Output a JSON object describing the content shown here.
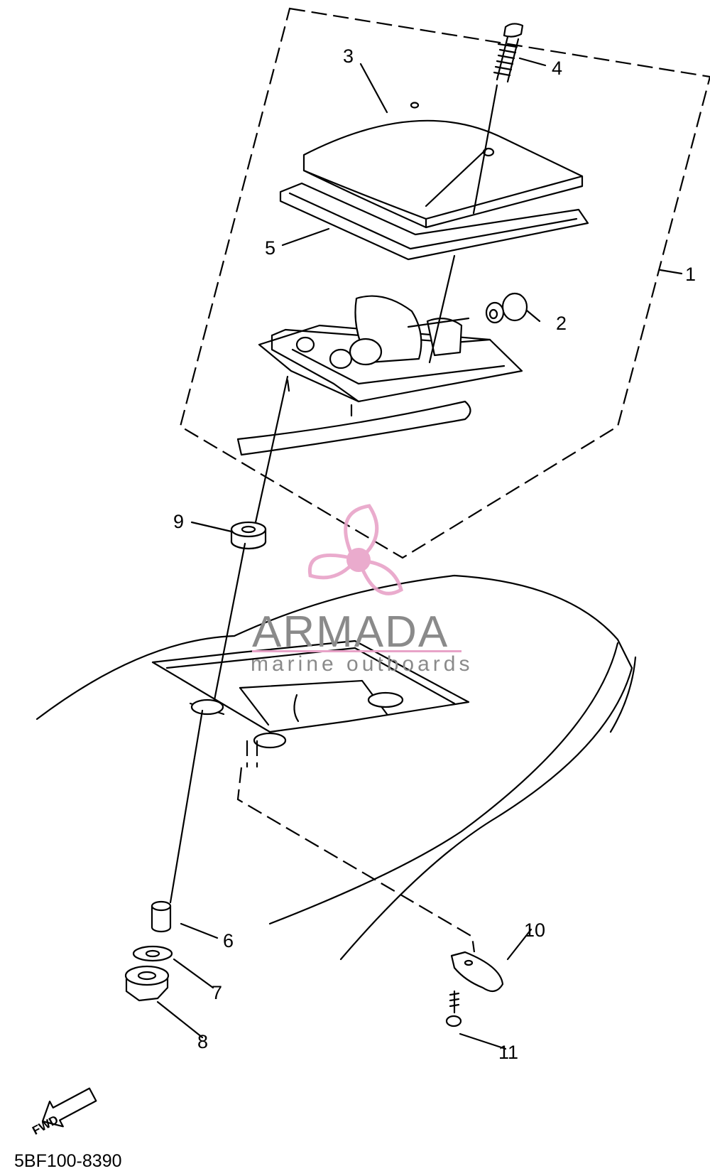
{
  "diagram": {
    "callouts": [
      {
        "id": "1",
        "label": "1"
      },
      {
        "id": "2",
        "label": "2"
      },
      {
        "id": "3",
        "label": "3"
      },
      {
        "id": "4",
        "label": "4"
      },
      {
        "id": "5",
        "label": "5"
      },
      {
        "id": "6",
        "label": "6"
      },
      {
        "id": "7",
        "label": "7"
      },
      {
        "id": "8",
        "label": "8"
      },
      {
        "id": "9",
        "label": "9"
      },
      {
        "id": "10",
        "label": "10"
      },
      {
        "id": "11",
        "label": "11"
      }
    ],
    "diagram_code": "5BF100-8390",
    "fwd_label": "FWD"
  },
  "watermark": {
    "brand": "ARMADA",
    "tagline": "marine outboards",
    "logo_icon": "propeller-icon",
    "logo_color": "#e8a3c8"
  }
}
